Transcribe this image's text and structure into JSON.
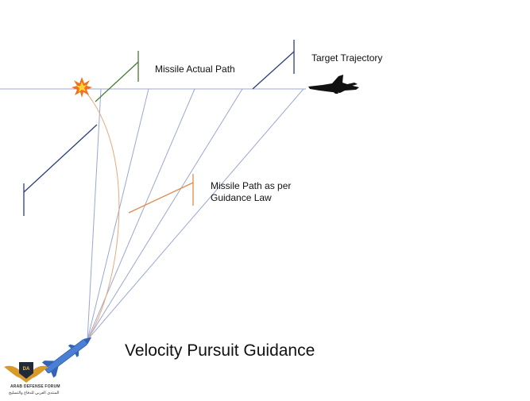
{
  "labels": {
    "target_trajectory": "Target Trajectory",
    "missile_actual_path": "Missile Actual Path",
    "guidance_path_line1": "Missile Path as per",
    "guidance_path_line2": "Guidance Law"
  },
  "title": "Velocity Pursuit Guidance",
  "logo": {
    "badge_text": "DA",
    "caption_line1": "ARAB DEFENSE FORUM",
    "caption_line2": "المنتدى العربي للدفاع والتسليح"
  },
  "colors": {
    "trajectory": "#9aa7d4",
    "sight_lines": "#9aa7d4",
    "actual_path": "#e8a87c",
    "callout_target": "#2d3f7c",
    "callout_actual": "#4a7a2e",
    "callout_guidance": "#e08a4a",
    "missile": "#4a7fd4",
    "aircraft": "#111111",
    "explosion": "#f07020"
  },
  "icons": {
    "aircraft": "fighter-jet-icon",
    "missile": "missile-icon",
    "explosion": "explosion-icon",
    "logo": "eagle-emblem-icon"
  }
}
